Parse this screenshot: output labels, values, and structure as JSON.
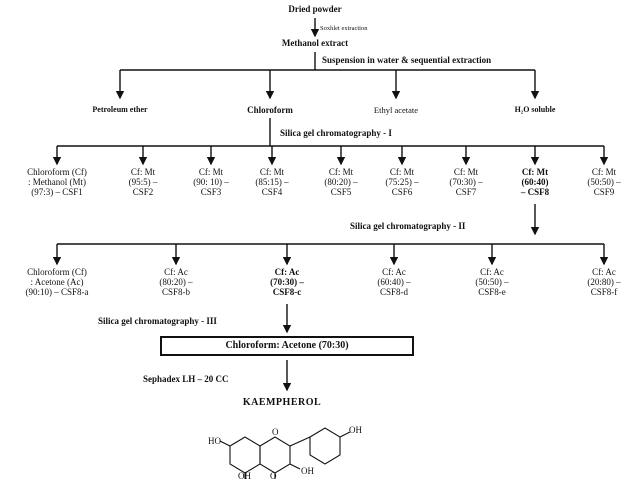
{
  "start": "Dried powder",
  "step1": "Soxhlet extraction",
  "methanol": "Methanol extract",
  "step2": "Suspension in water & sequential extraction",
  "fractions": [
    "Petroleum ether",
    "Chloroform",
    "Ethyl acetate",
    "H₂O soluble"
  ],
  "step3": "Silica gel chromatography - I",
  "csf": [
    {
      "lines": [
        "Chloroform (Cf)",
        ": Methanol (Mt)",
        "(97:3) – CSF1"
      ],
      "bold": false
    },
    {
      "lines": [
        "Cf: Mt",
        "(95:5) –",
        "CSF2"
      ],
      "bold": false
    },
    {
      "lines": [
        "Cf: Mt",
        "(90: 10) –",
        "CSF3"
      ],
      "bold": false
    },
    {
      "lines": [
        "Cf: Mt",
        "(85:15) –",
        "CSF4"
      ],
      "bold": false
    },
    {
      "lines": [
        "Cf: Mt",
        "(80:20) –",
        "CSF5"
      ],
      "bold": false
    },
    {
      "lines": [
        "Cf: Mt",
        "(75:25) –",
        "CSF6"
      ],
      "bold": false
    },
    {
      "lines": [
        "Cf: Mt",
        "(70:30) –",
        "CSF7"
      ],
      "bold": false
    },
    {
      "lines": [
        "Cf: Mt",
        "(60:40)",
        "– CSF8"
      ],
      "bold": true
    },
    {
      "lines": [
        "Cf: Mt",
        "(50:50) –",
        "CSF9"
      ],
      "bold": false
    }
  ],
  "step4": "Silica gel chromatography - II",
  "csf8": [
    {
      "lines": [
        "Chloroform (Cf)",
        ": Acetone (Ac)",
        "(90:10) – CSF8-a"
      ],
      "bold": false
    },
    {
      "lines": [
        "Cf: Ac",
        "(80:20) –",
        "CSF8-b"
      ],
      "bold": false
    },
    {
      "lines": [
        "Cf: Ac",
        "(70:30) –",
        "CSF8-c"
      ],
      "bold": true
    },
    {
      "lines": [
        "Cf: Ac",
        "(60:40) –",
        "CSF8-d"
      ],
      "bold": false
    },
    {
      "lines": [
        "Cf: Ac",
        "(50:50) –",
        "CSF8-e"
      ],
      "bold": false
    },
    {
      "lines": [
        "Cf: Ac",
        "(20:80) –",
        "CSF8-f"
      ],
      "bold": false
    }
  ],
  "step5": "Silica gel chromatography - III",
  "boxed": "Chloroform: Acetone (70:30)",
  "step6": "Sephadex LH – 20 CC",
  "product": "KAEMPHEROL",
  "structure": {
    "labels": [
      "HO",
      "OH",
      "O",
      "OH",
      "OH",
      "O"
    ]
  }
}
